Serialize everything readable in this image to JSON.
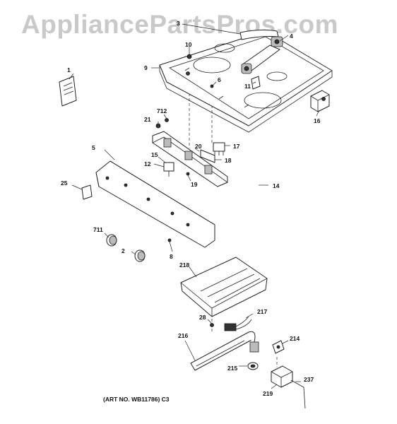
{
  "watermark": "AppliancePartsPros.com",
  "caption": "(ART NO. WB11786) C3",
  "callouts": [
    "1",
    "2",
    "3",
    "4",
    "5",
    "6",
    "8",
    "9",
    "10",
    "11",
    "12",
    "14",
    "15",
    "16",
    "17",
    "18",
    "19",
    "20",
    "21",
    "25",
    "28",
    "214",
    "215",
    "216",
    "217",
    "218",
    "219",
    "237",
    "711",
    "712"
  ]
}
